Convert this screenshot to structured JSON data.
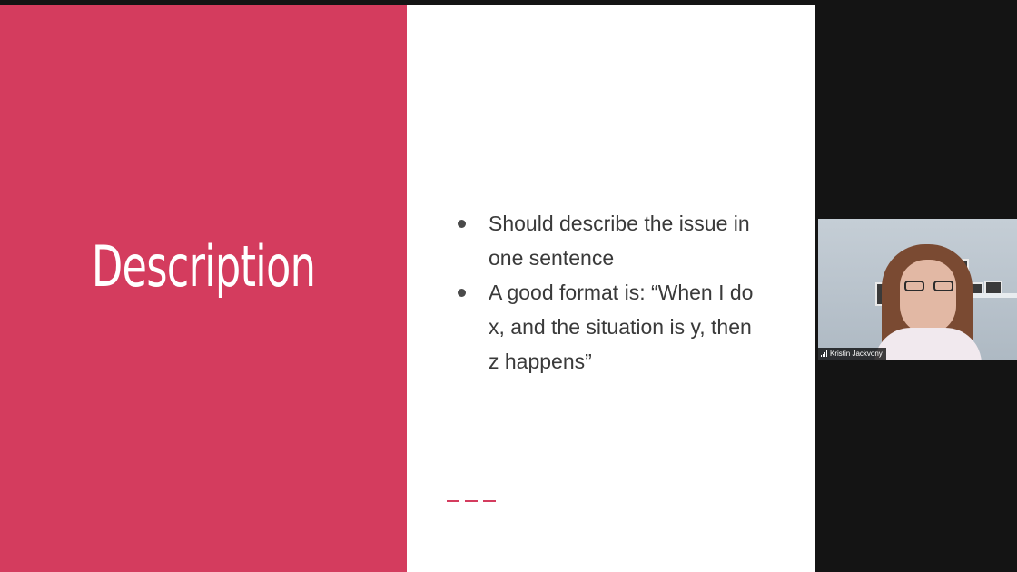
{
  "slide": {
    "title": "Description",
    "bullets": [
      "Should describe the issue in one sentence",
      "A good format is: “When I do x, and the situation is y, then z happens”"
    ],
    "colors": {
      "accent": "#d43c5e",
      "text": "#3a3a3a",
      "background": "#ffffff"
    }
  },
  "participant": {
    "name": "Kristin Jackvony",
    "icon": "signal-strength-icon"
  }
}
